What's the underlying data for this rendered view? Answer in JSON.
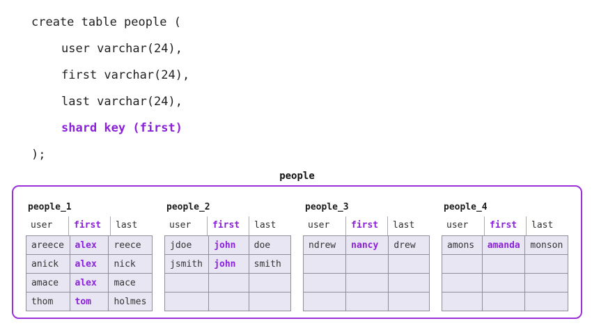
{
  "code": {
    "lines": [
      {
        "text": "create table people ("
      },
      {
        "text": "user varchar(24),"
      },
      {
        "text": "first varchar(24),"
      },
      {
        "text": "last varchar(24),"
      },
      {
        "text": "shard key (first)"
      },
      {
        "text": ");"
      }
    ]
  },
  "diagram": {
    "title": "people",
    "columns": [
      "user",
      "first",
      "last"
    ],
    "shard_key_column": "first",
    "shards": [
      {
        "name": "people_1",
        "rows": [
          [
            "areece",
            "alex",
            "reece"
          ],
          [
            "anick",
            "alex",
            "nick"
          ],
          [
            "amace",
            "alex",
            "mace"
          ],
          [
            "thom",
            "tom",
            "holmes"
          ]
        ]
      },
      {
        "name": "people_2",
        "rows": [
          [
            "jdoe",
            "john",
            "doe"
          ],
          [
            "jsmith",
            "john",
            "smith"
          ],
          [
            "",
            "",
            ""
          ],
          [
            "",
            "",
            ""
          ]
        ]
      },
      {
        "name": "people_3",
        "rows": [
          [
            "ndrew",
            "nancy",
            "drew"
          ],
          [
            "",
            "",
            ""
          ],
          [
            "",
            "",
            ""
          ],
          [
            "",
            "",
            ""
          ]
        ]
      },
      {
        "name": "people_4",
        "rows": [
          [
            "amons",
            "amanda",
            "monson"
          ],
          [
            "",
            "",
            ""
          ],
          [
            "",
            "",
            ""
          ],
          [
            "",
            "",
            ""
          ]
        ]
      }
    ]
  },
  "colors": {
    "accent_purple_text": "#8a21d8",
    "container_border_purple": "#9b2fd9",
    "cell_background": "#e8e6f3",
    "cell_border": "#8f8d99",
    "code_text": "#1f1f1f"
  }
}
